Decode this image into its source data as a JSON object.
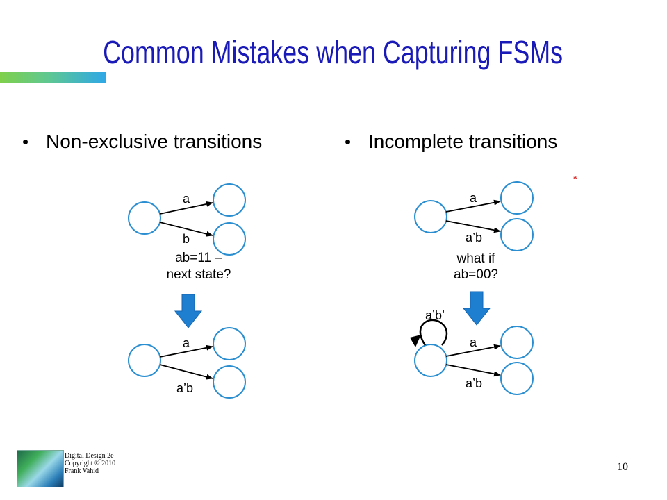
{
  "slide": {
    "title": "Common Mistakes when Capturing FSMs",
    "bullets": [
      {
        "marker": "•",
        "text": "Non-exclusive transitions"
      },
      {
        "marker": "•",
        "text": "Incomplete transitions"
      }
    ],
    "stray_mark": "a"
  },
  "left_diagram": {
    "top_labels": [
      "a",
      "b"
    ],
    "question_line1": "ab=11 –",
    "question_line2": "next state?",
    "bottom_labels": [
      "a",
      "a’b"
    ]
  },
  "right_diagram": {
    "top_labels": [
      "a",
      "a’b"
    ],
    "question_line1": "what if",
    "question_line2": "ab=00?",
    "self_loop_label": "a’b’",
    "bottom_labels": [
      "a",
      "a’b"
    ]
  },
  "footer": {
    "line1": "Digital Design 2e",
    "line2": "Copyright © 2010",
    "line3": "Frank Vahid",
    "page_number": "10"
  },
  "colors": {
    "title": "#1a1ab8",
    "state_circle_stroke": "#2a8ed0",
    "down_arrow": "#1e7fd0",
    "bar_start": "#7fd04a",
    "bar_end": "#2fa8e6"
  }
}
